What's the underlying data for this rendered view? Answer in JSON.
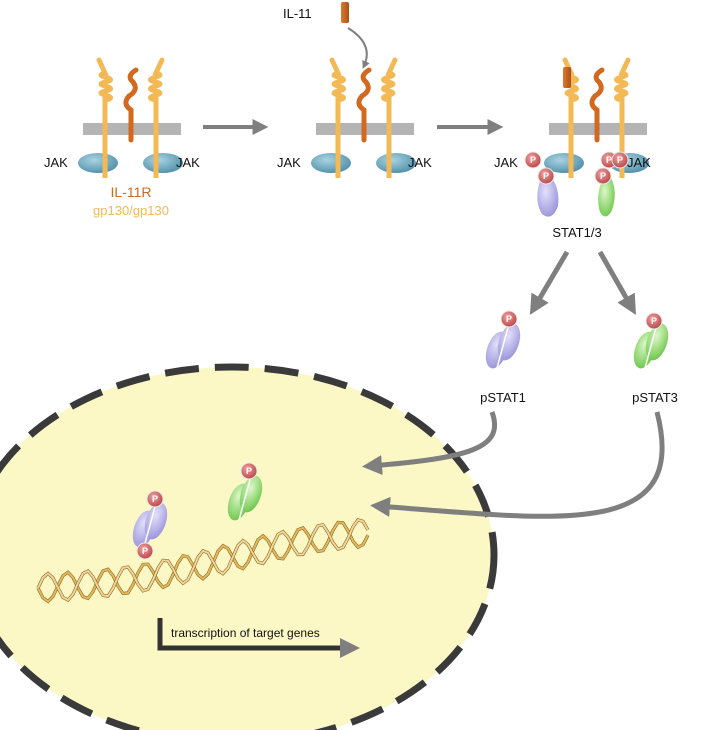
{
  "labels": {
    "il11": "IL-11",
    "jak": "JAK",
    "il11r": "IL-11R",
    "gp130": "gp130/gp130",
    "stat13": "STAT1/3",
    "pstat1": "pSTAT1",
    "pstat3": "pSTAT3",
    "transcription": "transcription of target genes",
    "p": "P"
  },
  "colors": {
    "gp130": "#f2b955",
    "il11r": "#d2691e",
    "ligand": "#c0621a",
    "membrane": "#b4b4b4",
    "jak": "#6aa6bd",
    "stat1": "#b7b2ec",
    "stat3": "#9ee07a",
    "phospho": "#d45f5f",
    "nucleus": "#fbf8c6",
    "arrow": "#7f7f7f",
    "dna": "#e4b85d"
  }
}
